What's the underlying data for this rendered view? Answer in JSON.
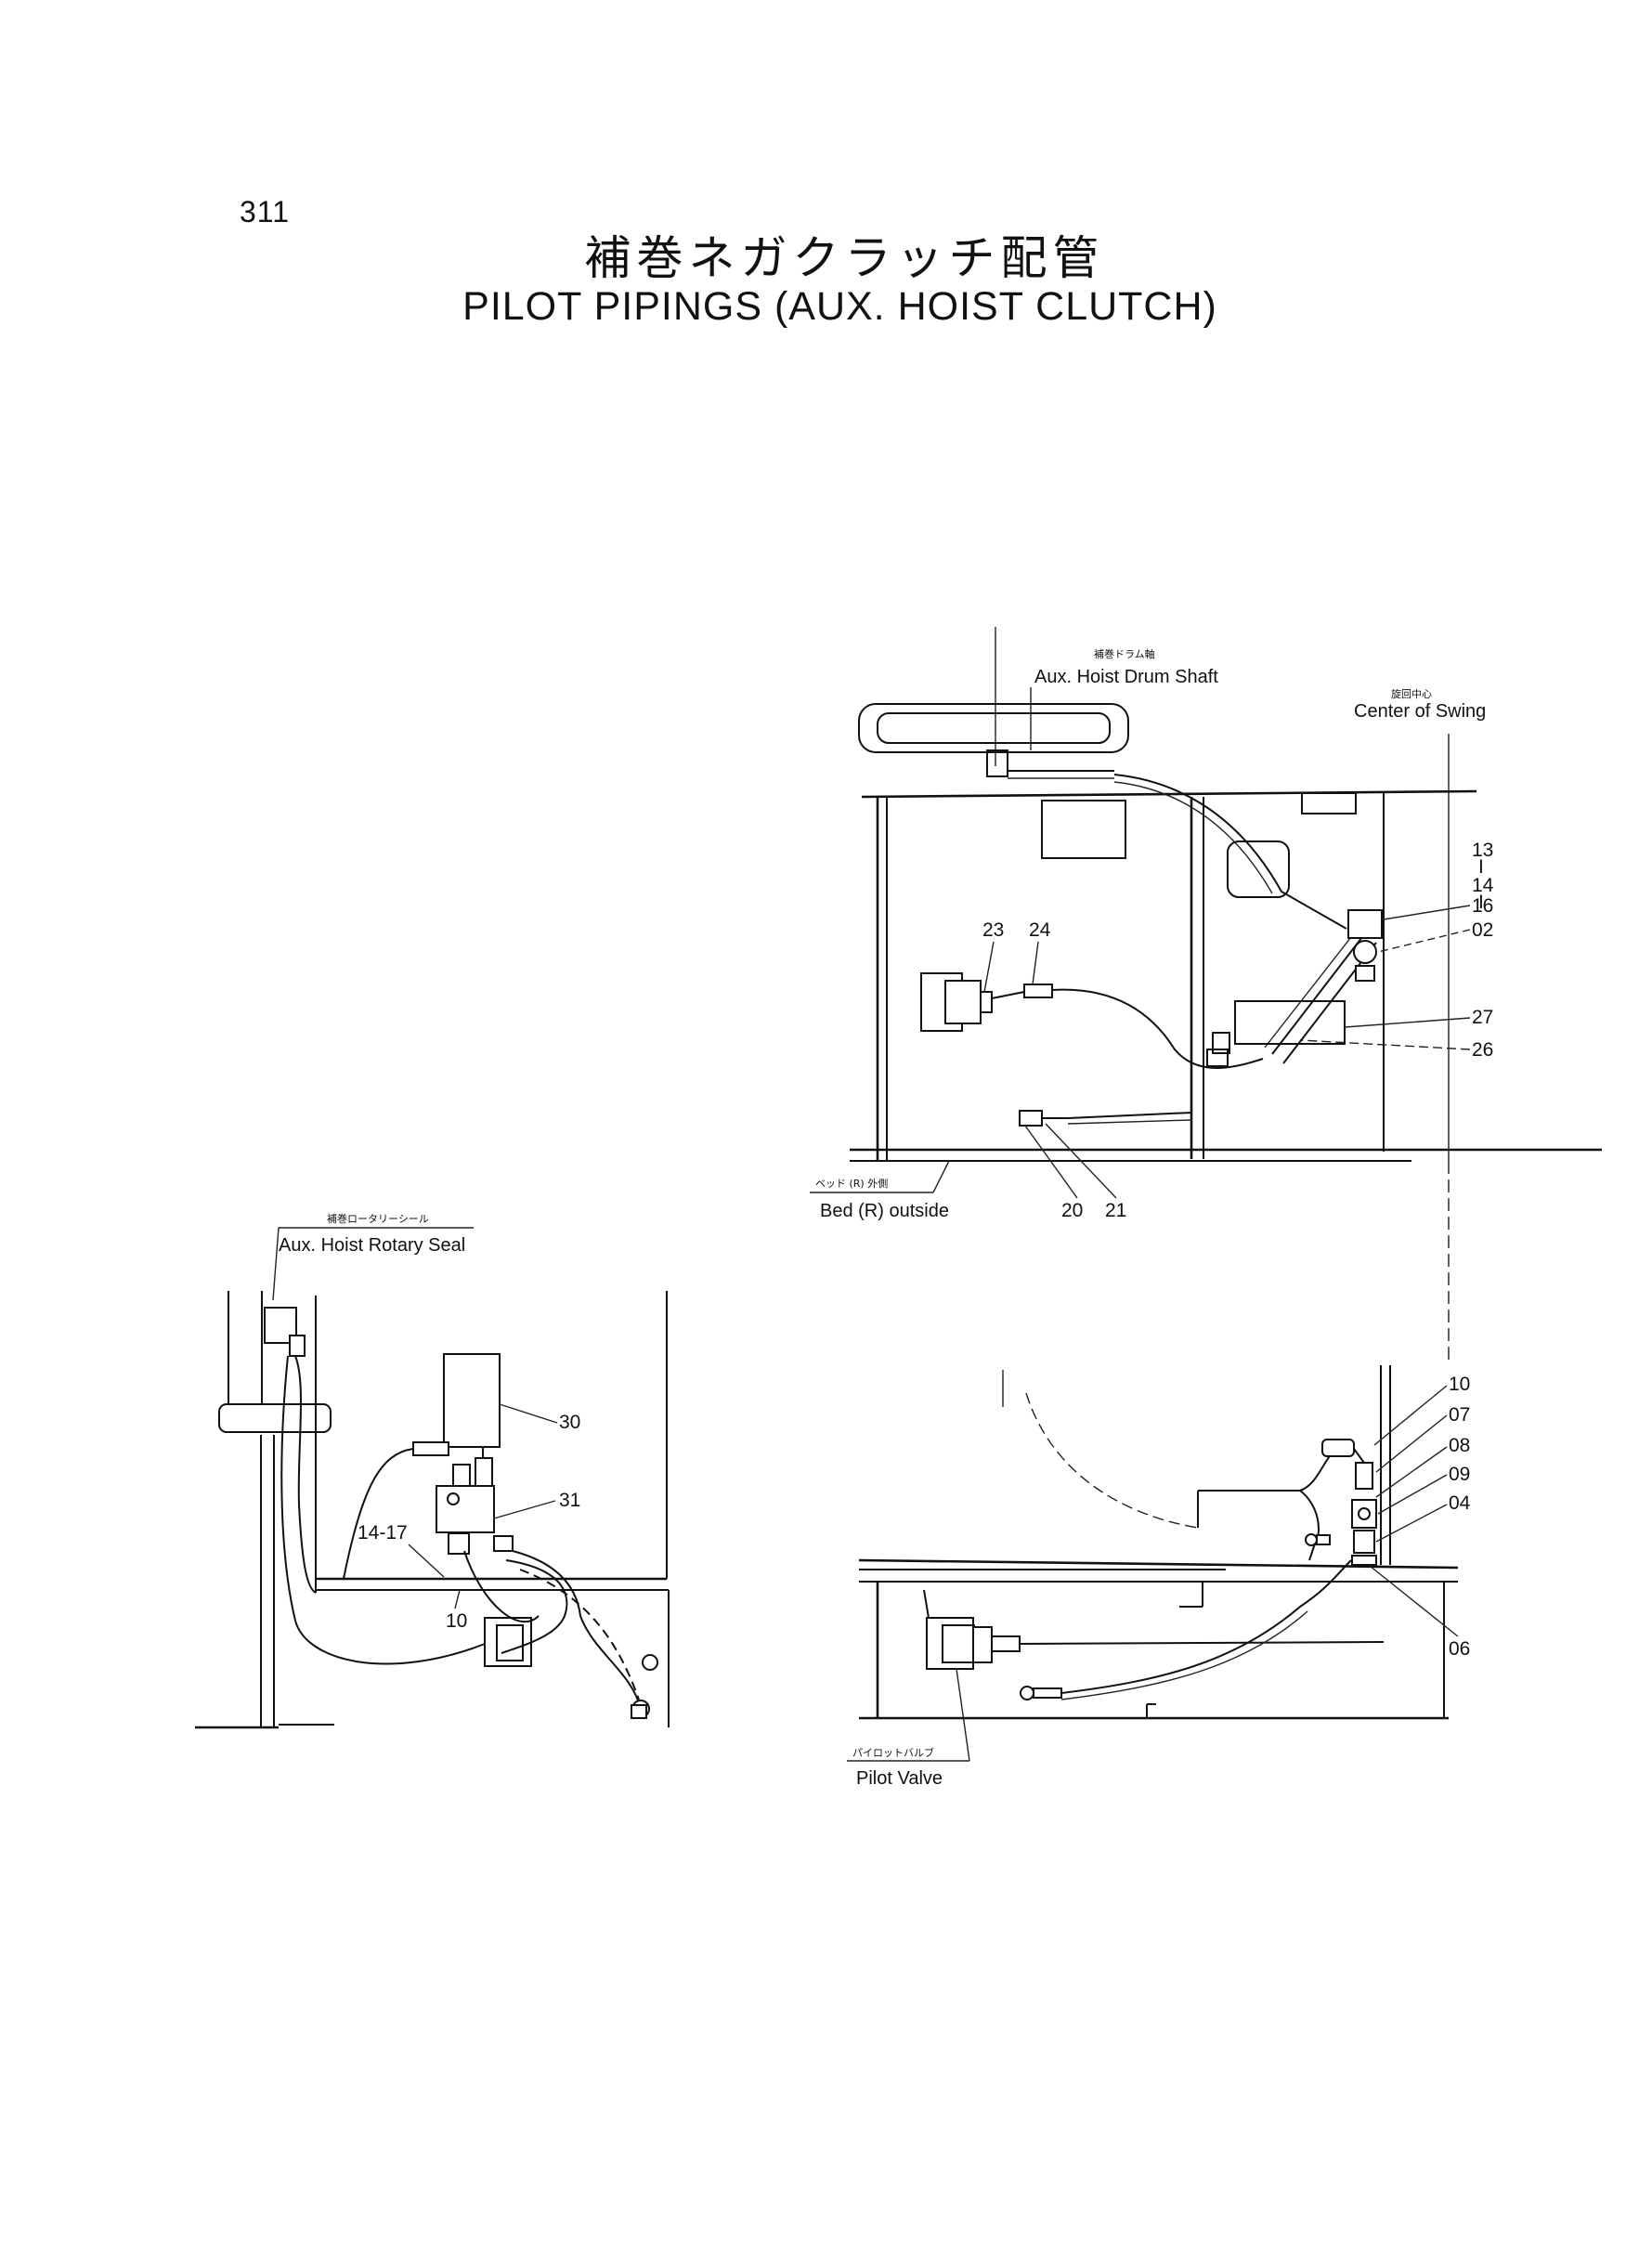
{
  "page": {
    "number": "311",
    "title_jp": "補巻ネガクラッチ配管",
    "title_en": "PILOT PIPINGS (AUX. HOIST CLUTCH)"
  },
  "labels": {
    "aux_hoist_drum_shaft": {
      "jp": "補巻ドラム軸",
      "en": "Aux. Hoist Drum Shaft"
    },
    "center_of_swing": {
      "jp": "旋回中心",
      "en": "Center of Swing"
    },
    "bed_r_outside": {
      "jp": "ベッド (R) 外側",
      "en": "Bed (R) outside"
    },
    "aux_hoist_rotary_seal": {
      "jp": "補巻ロータリーシール",
      "en": "Aux. Hoist Rotary Seal"
    },
    "pilot_valve": {
      "jp": "パイロットバルブ",
      "en": "Pilot Valve"
    }
  },
  "callouts": {
    "top_view": {
      "c13": "13",
      "d1": "I",
      "c14": "14",
      "d2": "I",
      "c16": "16",
      "c02": "02",
      "c27": "27",
      "c26": "26",
      "c23": "23",
      "c24": "24",
      "c20": "20",
      "c21": "21"
    },
    "side_view": {
      "c10": "10",
      "c07": "07",
      "c08": "08",
      "c09": "09",
      "c04": "04",
      "c06": "06"
    },
    "left_view": {
      "c30": "30",
      "c31": "31",
      "c14_17": "14-17",
      "c10": "10"
    }
  }
}
